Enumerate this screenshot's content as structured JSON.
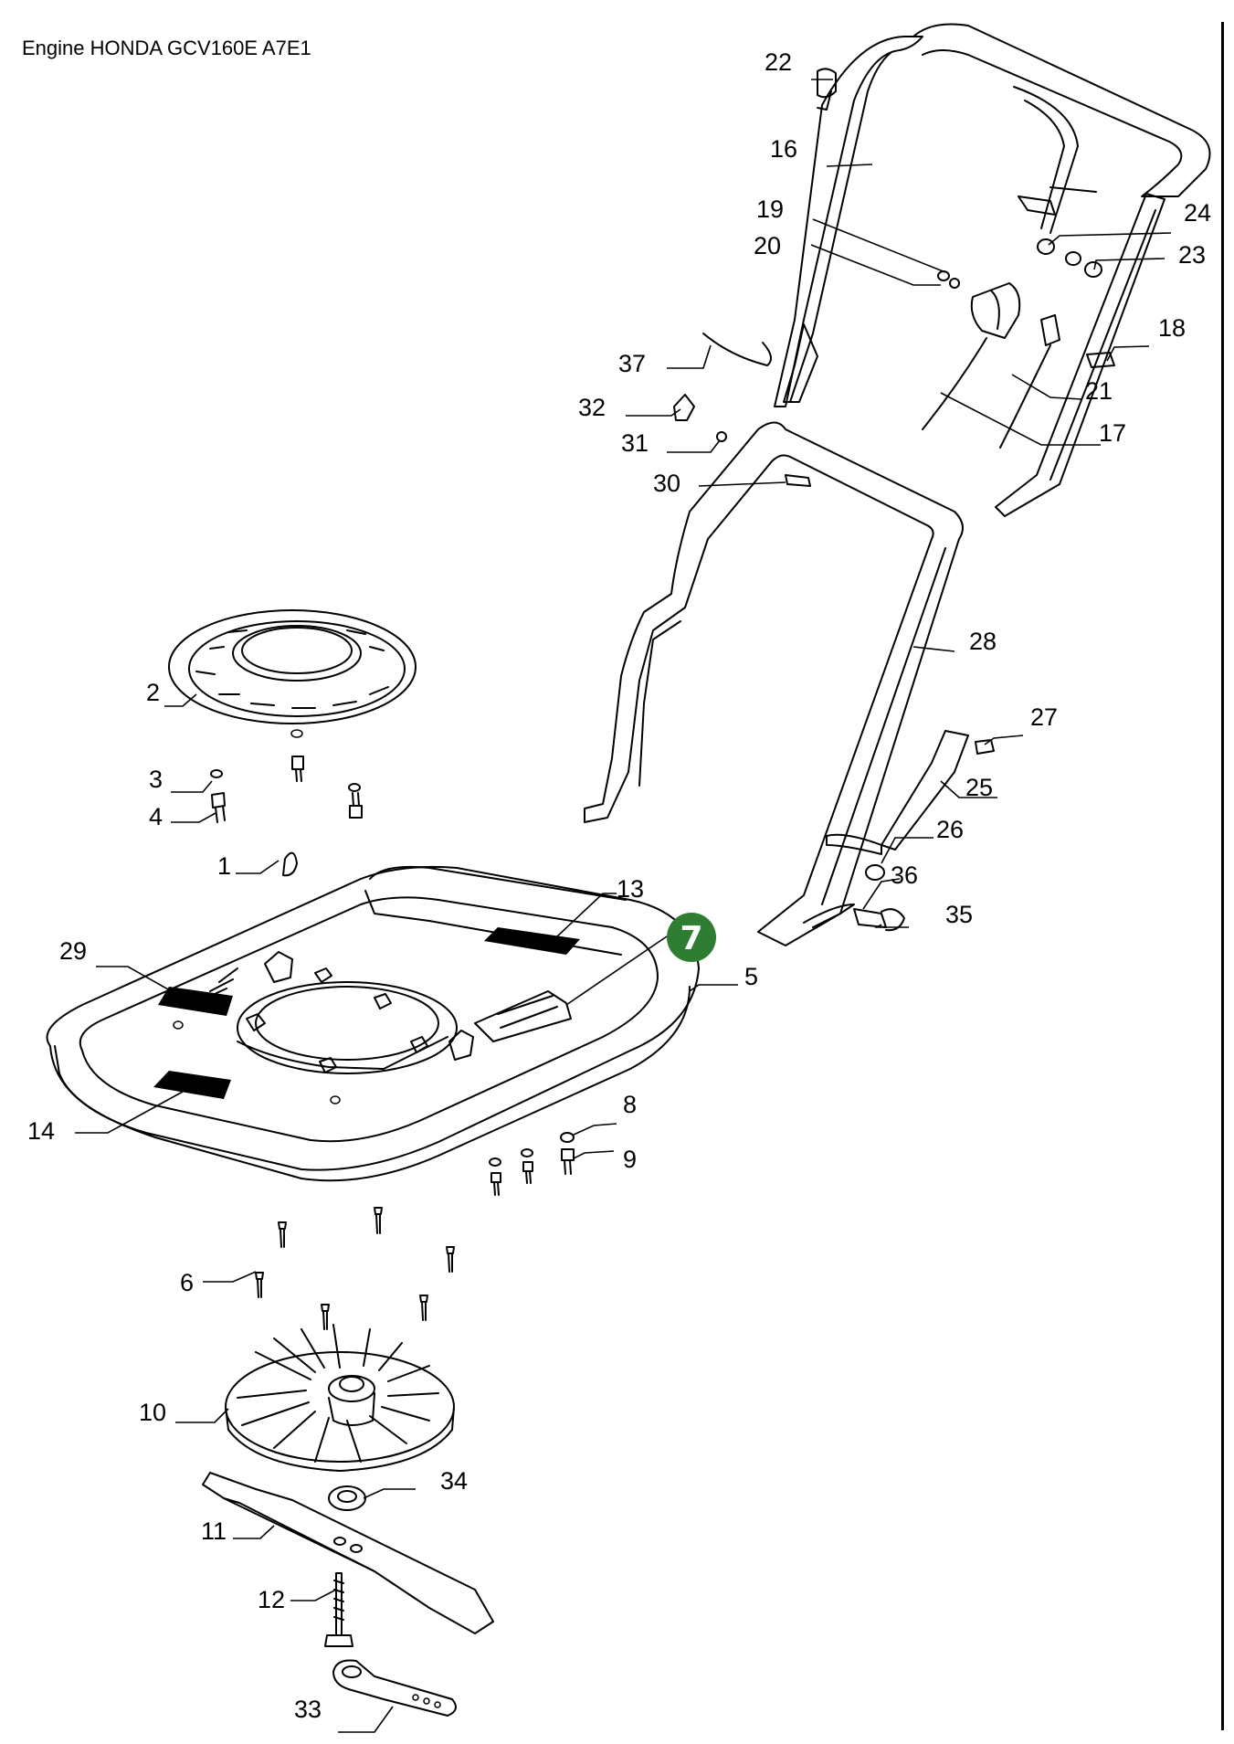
{
  "title": "Engine HONDA GCV160E A7E1",
  "highlight": {
    "label": "7",
    "color": "#2e7d32"
  },
  "callouts": [
    {
      "id": "c22",
      "label": "22"
    },
    {
      "id": "c16",
      "label": "16"
    },
    {
      "id": "c19",
      "label": "19"
    },
    {
      "id": "c20",
      "label": "20"
    },
    {
      "id": "c24",
      "label": "24"
    },
    {
      "id": "c23",
      "label": "23"
    },
    {
      "id": "c18",
      "label": "18"
    },
    {
      "id": "c37",
      "label": "37"
    },
    {
      "id": "c21",
      "label": "21"
    },
    {
      "id": "c32",
      "label": "32"
    },
    {
      "id": "c17",
      "label": "17"
    },
    {
      "id": "c31",
      "label": "31"
    },
    {
      "id": "c30",
      "label": "30"
    },
    {
      "id": "c28",
      "label": "28"
    },
    {
      "id": "c2",
      "label": "2"
    },
    {
      "id": "c27",
      "label": "27"
    },
    {
      "id": "c3",
      "label": "3"
    },
    {
      "id": "c25",
      "label": "25"
    },
    {
      "id": "c4",
      "label": "4"
    },
    {
      "id": "c26",
      "label": "26"
    },
    {
      "id": "c1",
      "label": "1"
    },
    {
      "id": "c36",
      "label": "36"
    },
    {
      "id": "c13",
      "label": "13"
    },
    {
      "id": "c35",
      "label": "35"
    },
    {
      "id": "c29",
      "label": "29"
    },
    {
      "id": "c5",
      "label": "5"
    },
    {
      "id": "c8",
      "label": "8"
    },
    {
      "id": "c14",
      "label": "14"
    },
    {
      "id": "c9",
      "label": "9"
    },
    {
      "id": "c6",
      "label": "6"
    },
    {
      "id": "c10",
      "label": "10"
    },
    {
      "id": "c34",
      "label": "34"
    },
    {
      "id": "c11",
      "label": "11"
    },
    {
      "id": "c12",
      "label": "12"
    },
    {
      "id": "c33",
      "label": "33"
    }
  ]
}
